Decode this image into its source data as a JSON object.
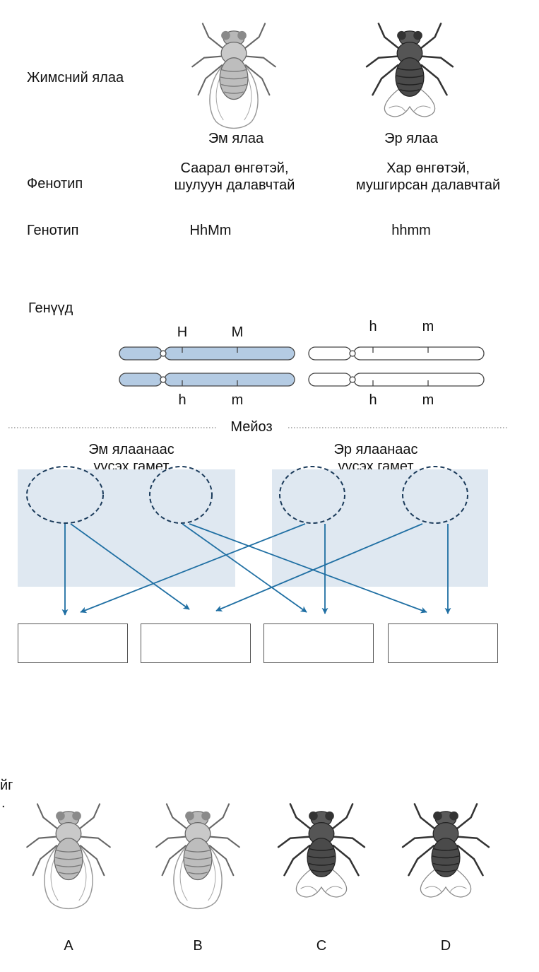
{
  "labels": {
    "row_fly": "Жимсний ялаа",
    "row_phenotype": "Фенотип",
    "row_genotype": "Генотип",
    "row_genes": "Генүүд",
    "side_cut_1": "йг",
    "side_cut_2": "."
  },
  "female": {
    "name": "Эм ялаа",
    "phenotype": "Саарал өнгөтэй,\nшулуун далавчтай",
    "genotype": "HhMm",
    "top_alleles": [
      "H",
      "M"
    ],
    "bottom_alleles": [
      "h",
      "m"
    ],
    "gamete_label": "Эм ялаанаас\nүүсэх гамет"
  },
  "male": {
    "name": "Эр ялаа",
    "phenotype": "Хар өнгөтэй,\nмушгирсан далавчтай",
    "genotype": "hhmm",
    "top_alleles": [
      "h",
      "m"
    ],
    "bottom_alleles": [
      "h",
      "m"
    ],
    "gamete_label": "Эр ялаанаас\nүүсэх гамет"
  },
  "meiosis": "Мейоз",
  "offspring": [
    {
      "letter": "A",
      "body": "gray"
    },
    {
      "letter": "B",
      "body": "gray"
    },
    {
      "letter": "C",
      "body": "dark"
    },
    {
      "letter": "D",
      "body": "dark"
    }
  ],
  "colors": {
    "arrow": "#1f6fa3",
    "panel": "#dfe8f1",
    "chromosome_female": "#b4cbe3",
    "chromosome_male": "#ffffff",
    "dashed_circle": "#1a3a5a"
  },
  "icons": [
    "fruit-fly-gray-icon",
    "fruit-fly-dark-icon"
  ]
}
